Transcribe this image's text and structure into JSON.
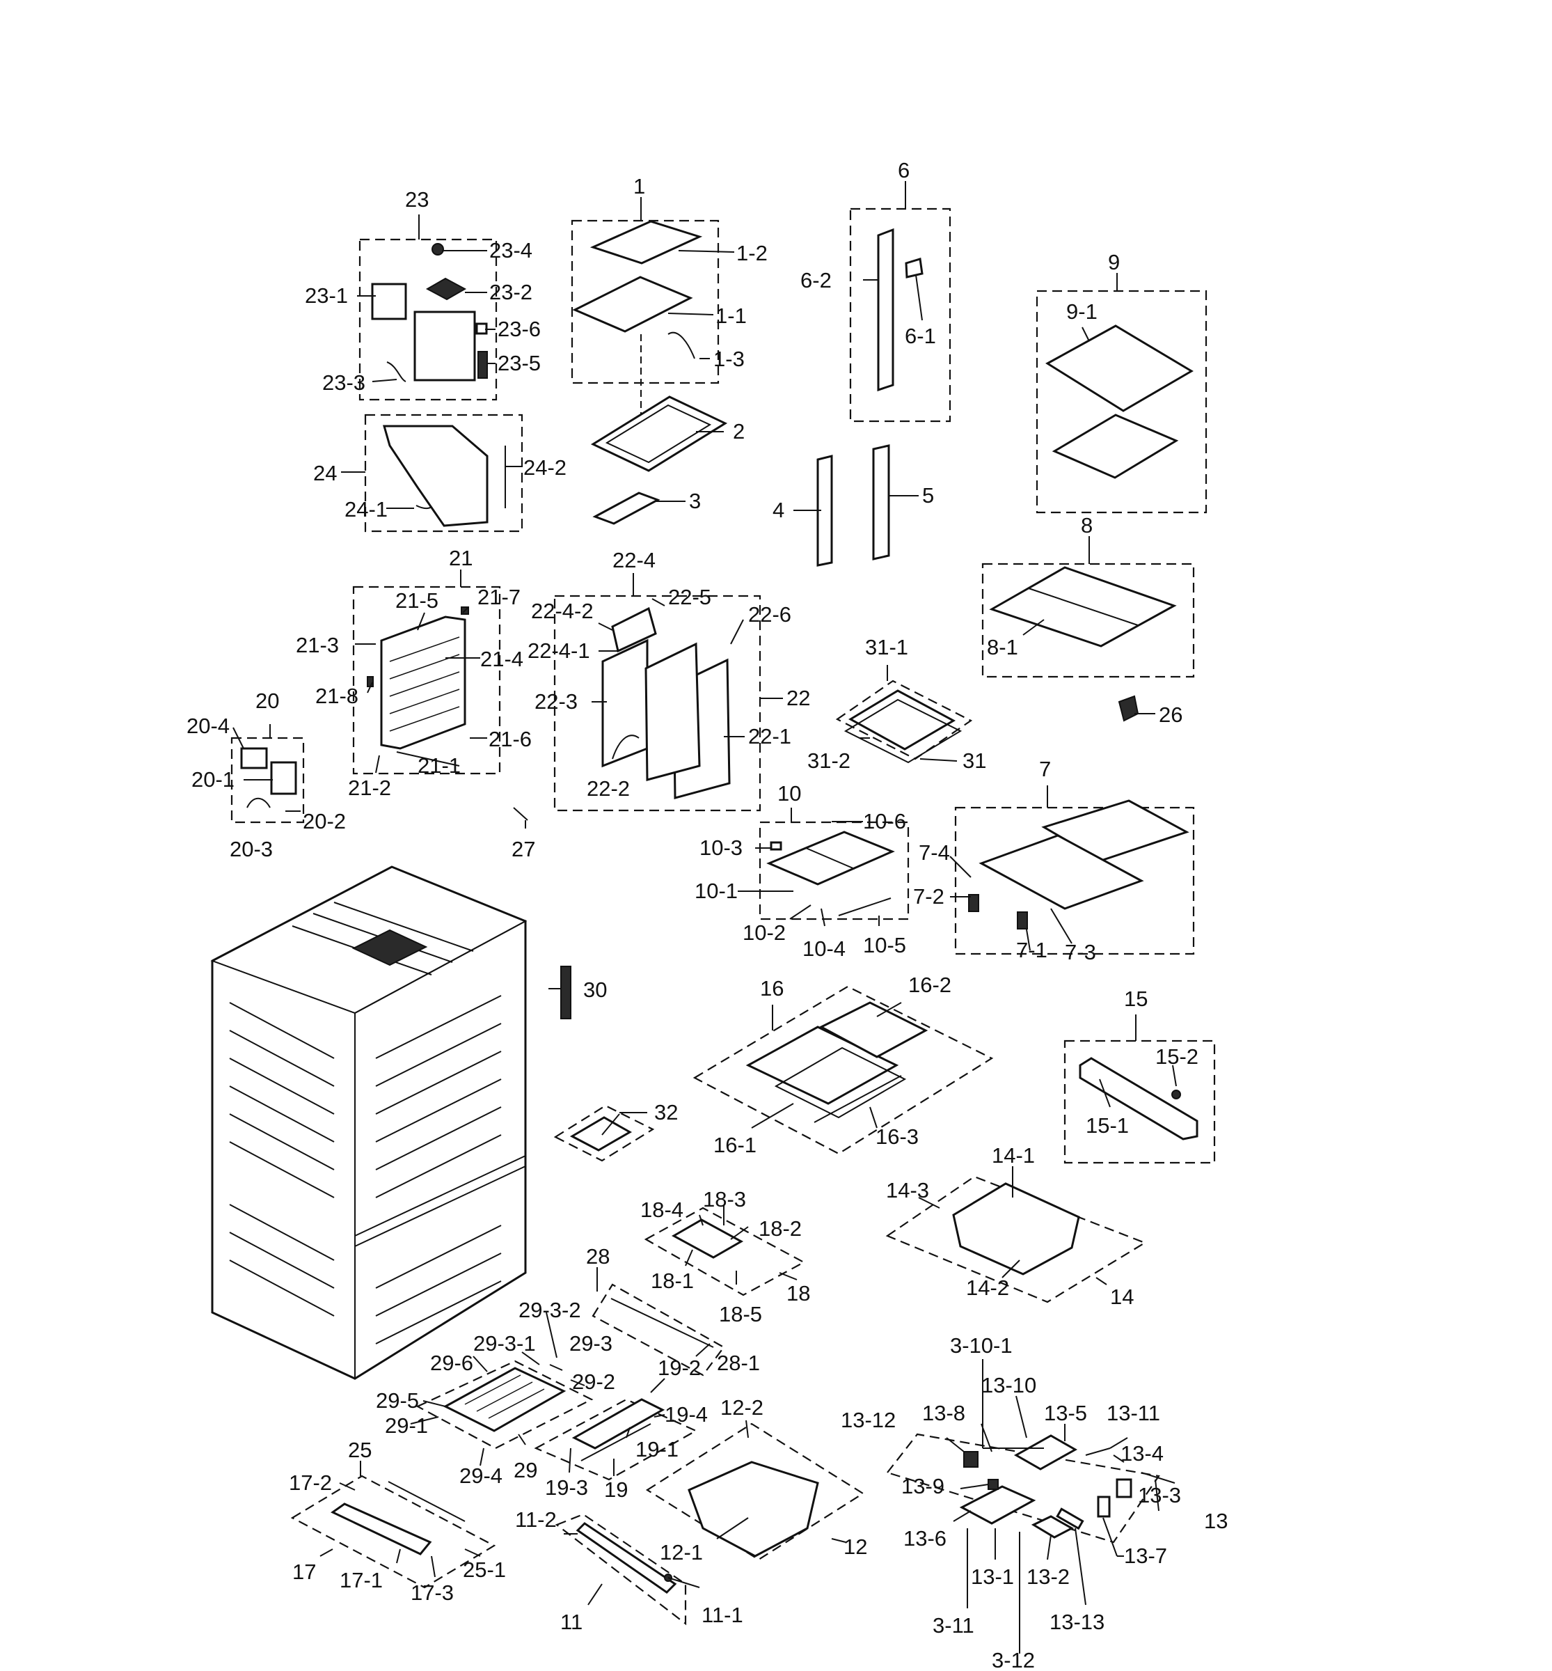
{
  "labels": {
    "l_1": "1",
    "l_1_1": "1-1",
    "l_1_2": "1-2",
    "l_1_3": "1-3",
    "l_2": "2",
    "l_3": "3",
    "l_4": "4",
    "l_5": "5",
    "l_6": "6",
    "l_6_1": "6-1",
    "l_6_2": "6-2",
    "l_7": "7",
    "l_7_1": "7-1",
    "l_7_2": "7-2",
    "l_7_3": "7-3",
    "l_7_4": "7-4",
    "l_8": "8",
    "l_8_1": "8-1",
    "l_9": "9",
    "l_9_1": "9-1",
    "l_10": "10",
    "l_10_1": "10-1",
    "l_10_2": "10-2",
    "l_10_3": "10-3",
    "l_10_4": "10-4",
    "l_10_5": "10-5",
    "l_10_6": "10-6",
    "l_11": "11",
    "l_11_1": "11-1",
    "l_11_2": "11-2",
    "l_12": "12",
    "l_12_1": "12-1",
    "l_12_2": "12-2",
    "l_13": "13",
    "l_13_1": "13-1",
    "l_13_2": "13-2",
    "l_13_3": "13-3",
    "l_13_4": "13-4",
    "l_13_5": "13-5",
    "l_13_6": "13-6",
    "l_13_7": "13-7",
    "l_13_8": "13-8",
    "l_13_9": "13-9",
    "l_13_10": "13-10",
    "l_13_11": "13-11",
    "l_13_12": "13-12",
    "l_13_13": "13-13",
    "l_3_10_1": "3-10-1",
    "l_3_11": "3-11",
    "l_3_12": "3-12",
    "l_14": "14",
    "l_14_1": "14-1",
    "l_14_2": "14-2",
    "l_14_3": "14-3",
    "l_15": "15",
    "l_15_1": "15-1",
    "l_15_2": "15-2",
    "l_16": "16",
    "l_16_1": "16-1",
    "l_16_2": "16-2",
    "l_16_3": "16-3",
    "l_17": "17",
    "l_17_1": "17-1",
    "l_17_2": "17-2",
    "l_17_3": "17-3",
    "l_18": "18",
    "l_18_1": "18-1",
    "l_18_2": "18-2",
    "l_18_3": "18-3",
    "l_18_4": "18-4",
    "l_18_5": "18-5",
    "l_19": "19",
    "l_19_1": "19-1",
    "l_19_2": "19-2",
    "l_19_3": "19-3",
    "l_19_4": "19-4",
    "l_20": "20",
    "l_20_1": "20-1",
    "l_20_2": "20-2",
    "l_20_3": "20-3",
    "l_20_4": "20-4",
    "l_21": "21",
    "l_21_1": "21-1",
    "l_21_2": "21-2",
    "l_21_3": "21-3",
    "l_21_4": "21-4",
    "l_21_5": "21-5",
    "l_21_6": "21-6",
    "l_21_7": "21-7",
    "l_21_8": "21-8",
    "l_22": "22",
    "l_22_1": "22-1",
    "l_22_2": "22-2",
    "l_22_3": "22-3",
    "l_22_4": "22-4",
    "l_22_4_1": "22-4-1",
    "l_22_4_2": "22-4-2",
    "l_22_5": "22-5",
    "l_22_6": "22-6",
    "l_23": "23",
    "l_23_1": "23-1",
    "l_23_2": "23-2",
    "l_23_3": "23-3",
    "l_23_4": "23-4",
    "l_23_5": "23-5",
    "l_23_6": "23-6",
    "l_24": "24",
    "l_24_1": "24-1",
    "l_24_2": "24-2",
    "l_25": "25",
    "l_25_1": "25-1",
    "l_26": "26",
    "l_27": "27",
    "l_28": "28",
    "l_28_1": "28-1",
    "l_29": "29",
    "l_29_1": "29-1",
    "l_29_2": "29-2",
    "l_29_3": "29-3",
    "l_29_3_1": "29-3-1",
    "l_29_3_2": "29-3-2",
    "l_29_4": "29-4",
    "l_29_5": "29-5",
    "l_29_6": "29-6",
    "l_30": "30",
    "l_31": "31",
    "l_31_1": "31-1",
    "l_31_2": "31-2",
    "l_32": "32"
  }
}
